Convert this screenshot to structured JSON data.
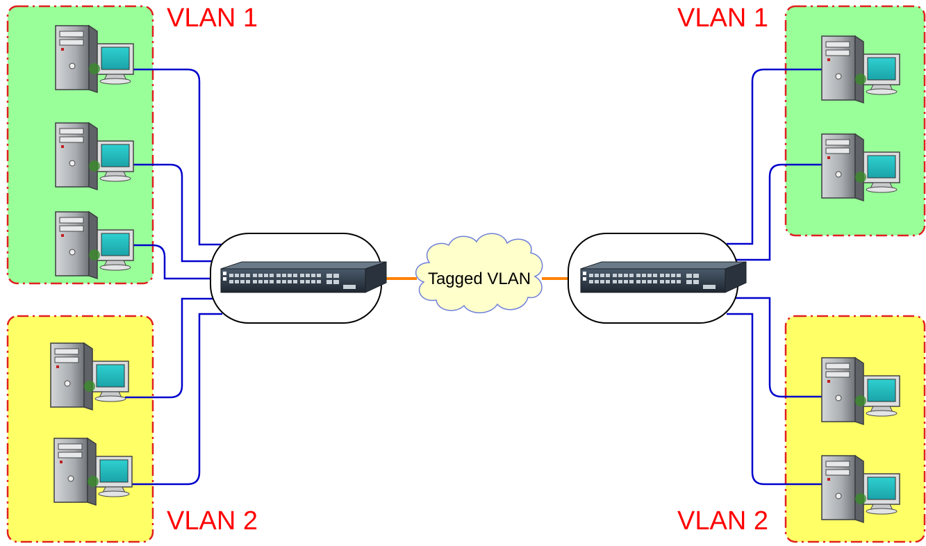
{
  "labels": {
    "left_top_vlan": "VLAN 1",
    "left_bottom_vlan": "VLAN 2",
    "right_top_vlan": "VLAN 1",
    "right_bottom_vlan": "VLAN 2",
    "cloud": "Tagged VLAN"
  },
  "colors": {
    "vlan1_fill": "#99ff99",
    "vlan2_fill": "#ffff66",
    "group_border": "#e02020",
    "vlan_label": "#ff0000",
    "access_link": "#0000cc",
    "trunk_link": "#ff8000",
    "cloud_fill": "#ffffcc",
    "cloud_border": "#6e7fd8"
  },
  "icons": {
    "workstation": "computer-icon",
    "switch": "network-switch-icon",
    "cloud": "cloud-icon"
  }
}
